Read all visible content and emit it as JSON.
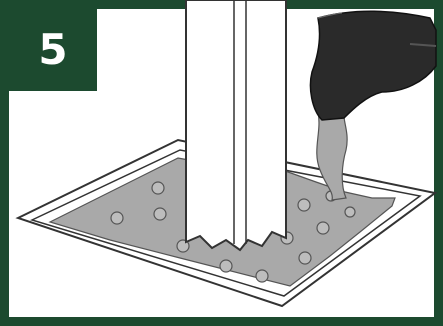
{
  "step": {
    "number": "5"
  },
  "colors": {
    "frame": "#1c4a2f",
    "badge": "#1c4a2f",
    "badge_text": "#ffffff",
    "grout": "#a9a9a9",
    "post": "#ffffff",
    "bucket": "#2a2a2a",
    "outline": "#333333"
  },
  "icons": [
    "post",
    "bucket",
    "grout-pour",
    "form-box"
  ]
}
